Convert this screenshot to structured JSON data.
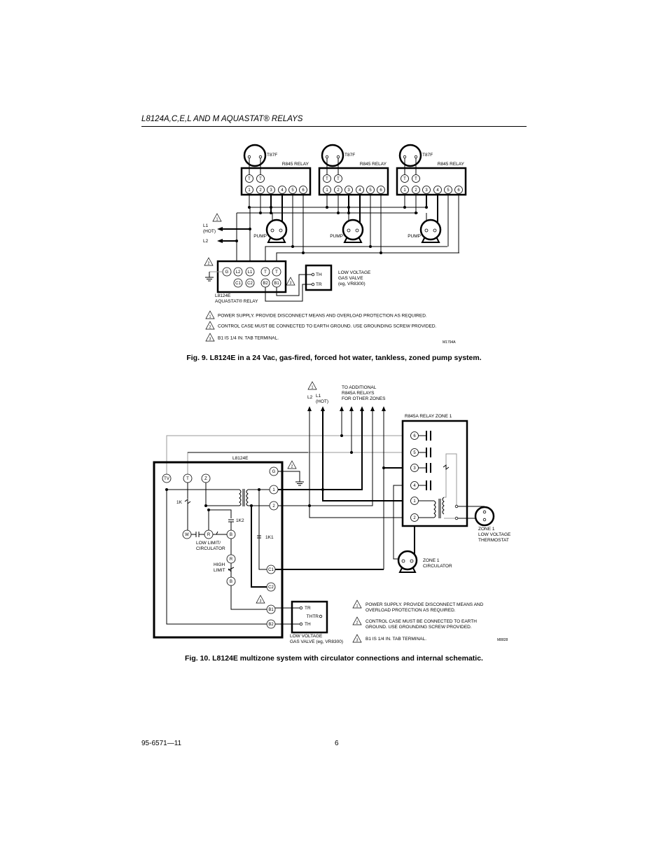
{
  "header": {
    "title": "L8124A,C,E,L AND M AQUASTAT® RELAYS"
  },
  "fig9": {
    "thermostat_label": "T87F",
    "relay_label": "R845 RELAY",
    "pump_label": "PUMP",
    "relay_terminals": [
      "T",
      "T",
      "1",
      "2",
      "3",
      "4",
      "5",
      "6"
    ],
    "l1": "L1",
    "l1_hot": "(HOT)",
    "l2": "L2",
    "aquastat_terminals_top": [
      "G",
      "L2",
      "L1",
      "T",
      "T"
    ],
    "aquastat_terminals_bottom": [
      "C1",
      "C2",
      "B2",
      "B1"
    ],
    "aquastat_label1": "L8124E",
    "aquastat_label2": "AQUASTAT® RELAY",
    "valve_th": "TH",
    "valve_tr": "TR",
    "valve_label": [
      "LOW VOLTAGE",
      "GAS VALVE",
      "(eg, VR8300)"
    ],
    "notes": [
      {
        "num": "1",
        "text": "POWER SUPPLY. PROVIDE DISCONNECT MEANS AND OVERLOAD PROTECTION AS REQUIRED."
      },
      {
        "num": "2",
        "text": "CONTROL CASE MUST BE CONNECTED TO EARTH GROUND. USE GROUNDING SCREW PROVIDED."
      },
      {
        "num": "3",
        "text": "B1 IS 1/4 IN. TAB TERMINAL."
      }
    ],
    "code": "M1794A",
    "caption": "Fig. 9. L8124E in a 24 Vac, gas-fired, forced hot water, tankless, zoned pump system."
  },
  "fig10": {
    "l2": "L2",
    "l1": "L1",
    "l1_hot": "(HOT)",
    "additional": [
      "TO ADDITIONAL",
      "R845A RELAYS",
      "FOR OTHER ZONES"
    ],
    "relay_label": "R845A RELAY ZONE 1",
    "relay_terminals": [
      "6",
      "5",
      "3",
      "4",
      "1",
      "2"
    ],
    "control_label": "L8124E",
    "terminals": {
      "tv": "TV",
      "t": "T",
      "z": "Z",
      "g": "G",
      "one": "1",
      "two": "2",
      "c1": "C1",
      "c2": "C2",
      "b1": "B1",
      "b2": "B2",
      "w": "W",
      "r": "R",
      "b": "B"
    },
    "k1": "1K",
    "k2": "1K2",
    "k1b": "1K1",
    "low_limit": [
      "LOW LIMIT/",
      "CIRCULATOR"
    ],
    "high_limit": [
      "HIGH",
      "LIMIT"
    ],
    "thermostat": [
      "ZONE 1",
      "LOW VOLTAGE",
      "THERMOSTAT"
    ],
    "circulator": [
      "ZONE 1",
      "CIRCULATOR"
    ],
    "valve_tr": "TR",
    "valve_thtr": "THTR",
    "valve_th": "TH",
    "valve_label": [
      "LOW VOLTAGE",
      "GAS  VALVE (eg, VR8300)"
    ],
    "notes": [
      {
        "num": "1",
        "lines": [
          "POWER SUPPLY. PROVIDE DISCONNECT MEANS AND",
          "OVERLOAD PROTECTION AS REQUIRED."
        ]
      },
      {
        "num": "2",
        "lines": [
          "CONTROL CASE MUST BE CONNECTED TO EARTH",
          "GROUND. USE GROUNDING SCREW PROVIDED."
        ]
      },
      {
        "num": "3",
        "lines": [
          "B1 IS 1/4 IN. TAB TERMINAL."
        ]
      }
    ],
    "code": "M8828",
    "caption": "Fig. 10. L8124E multizone system with circulator connections and internal schematic."
  },
  "footer": {
    "doc_number": "95-6571—11",
    "page": "6"
  }
}
